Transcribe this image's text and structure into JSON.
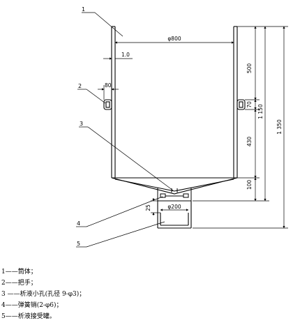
{
  "callouts": {
    "c1": "1",
    "c2": "2",
    "c3": "3",
    "c4": "4",
    "c5": "5"
  },
  "dimensions": {
    "d_body": "φ800",
    "t_wall": "1.0",
    "w_handle": "80",
    "h_upper": "500",
    "h_handle": "70",
    "h_lower": "430",
    "h_cone": "100",
    "h_total_body": "1 150",
    "h_overall": "1 350",
    "h_receiver": "25",
    "d_receiver": "φ200"
  },
  "legend": [
    "1——筒体；",
    "2——把手；",
    "3 ——析液小孔(孔径 9-φ3)；",
    "4——弹簧销(2-φ6)；",
    "5——析液接受罐。"
  ]
}
